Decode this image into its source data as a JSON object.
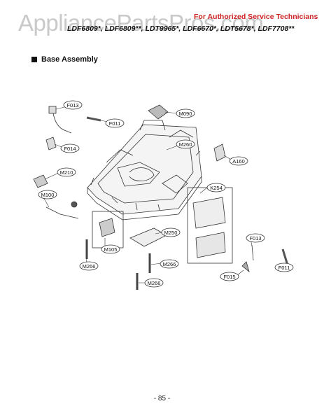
{
  "watermark": "AppliancePartsPros.com",
  "header": {
    "service_note": "For Authorized Service Technicians",
    "models": "LDF6809*, LDF6809**, LDT9965*, LDF6670*, LDT5678*, LDF7708**"
  },
  "section": {
    "title": "Base Assembly"
  },
  "callouts": {
    "F013a": "F013",
    "F011a": "F011",
    "M090": "M090",
    "F014": "F014",
    "M260": "M260",
    "A160": "A160",
    "M210": "M210",
    "M100": "M100",
    "K254": "K254",
    "M250": "M250",
    "M105": "M105",
    "F013b": "F013",
    "M266a": "M266",
    "M266b": "M266",
    "M266c": "M266",
    "F015": "F015",
    "F011b": "F011"
  },
  "page_number": "- 85 -"
}
